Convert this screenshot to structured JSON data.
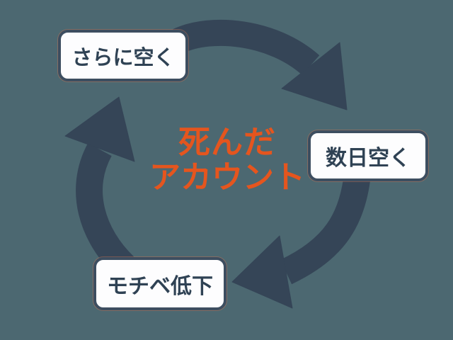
{
  "diagram": {
    "type": "cycle",
    "center_title": {
      "line1": "死んだ",
      "line2": "アカウント"
    },
    "nodes": [
      {
        "label": "さらに空く"
      },
      {
        "label": "数日空く"
      },
      {
        "label": "モチベ低下"
      }
    ],
    "arrows": [
      {
        "name": "top-arc",
        "from": "さらに空く",
        "to": "数日空く"
      },
      {
        "name": "right-arc",
        "from": "数日空く",
        "to": "モチベ低下"
      },
      {
        "name": "left-arc",
        "from": "モチベ低下",
        "to": "さらに空く"
      }
    ],
    "colors": {
      "background": "#4C6871",
      "arrow": "#354557",
      "node_fill": "#FDFDFE",
      "node_border": "#3D4E60",
      "node_text": "#2F4254",
      "center_text": "#E5551E"
    }
  }
}
